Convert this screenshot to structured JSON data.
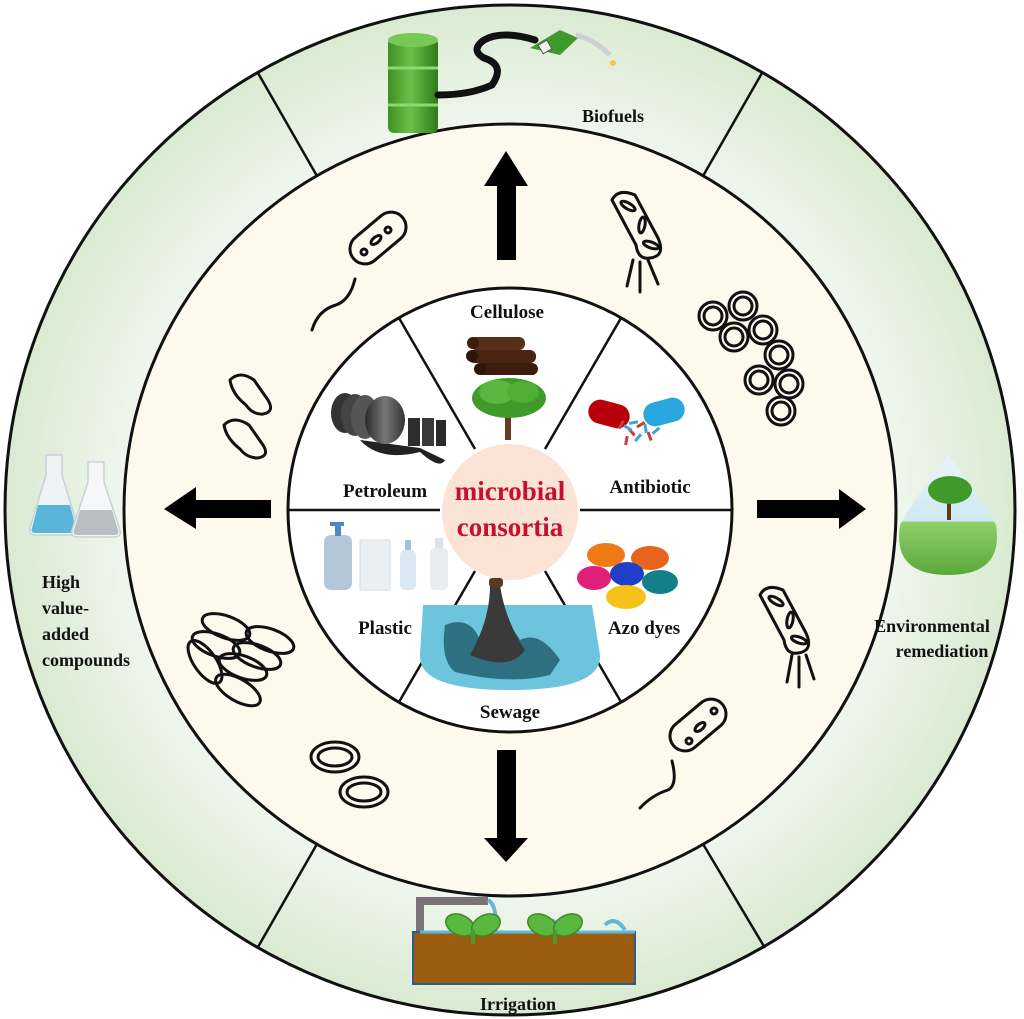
{
  "title": "microbial consortia applications",
  "center": {
    "line1": "microbial",
    "line2": "consortia",
    "fill_color": "#fbe3d6",
    "text_color": "#c8102e"
  },
  "substrates": [
    {
      "label": "Cellulose",
      "icon": "logs-and-tree-icon"
    },
    {
      "label": "Antibiotic",
      "icon": "capsule-icon"
    },
    {
      "label": "Azo dyes",
      "icon": "dye-powder-icon"
    },
    {
      "label": "Sewage",
      "icon": "sewage-outfall-icon"
    },
    {
      "label": "Plastic",
      "icon": "plastic-bottles-icon"
    },
    {
      "label": "Petroleum",
      "icon": "oil-barrels-icon"
    }
  ],
  "applications": {
    "top": {
      "label": "Biofuels",
      "icon": "fuel-barrel-pump-icon"
    },
    "right": {
      "line1": "Environmental",
      "line2": "remediation",
      "icon": "water-drop-tree-icon"
    },
    "bottom": {
      "label": "Irrigation",
      "icon": "irrigated-seedlings-icon"
    },
    "left": {
      "line1": "High",
      "line2": "value-",
      "line3": "added",
      "line4": "compounds",
      "icon": "flasks-icon"
    }
  },
  "colors": {
    "outer_ring": "#e3efdf",
    "middle_ring": "#fdf9ec",
    "inner_disk": "#ffffff",
    "stroke": "#111111",
    "arrow": "#000000"
  }
}
